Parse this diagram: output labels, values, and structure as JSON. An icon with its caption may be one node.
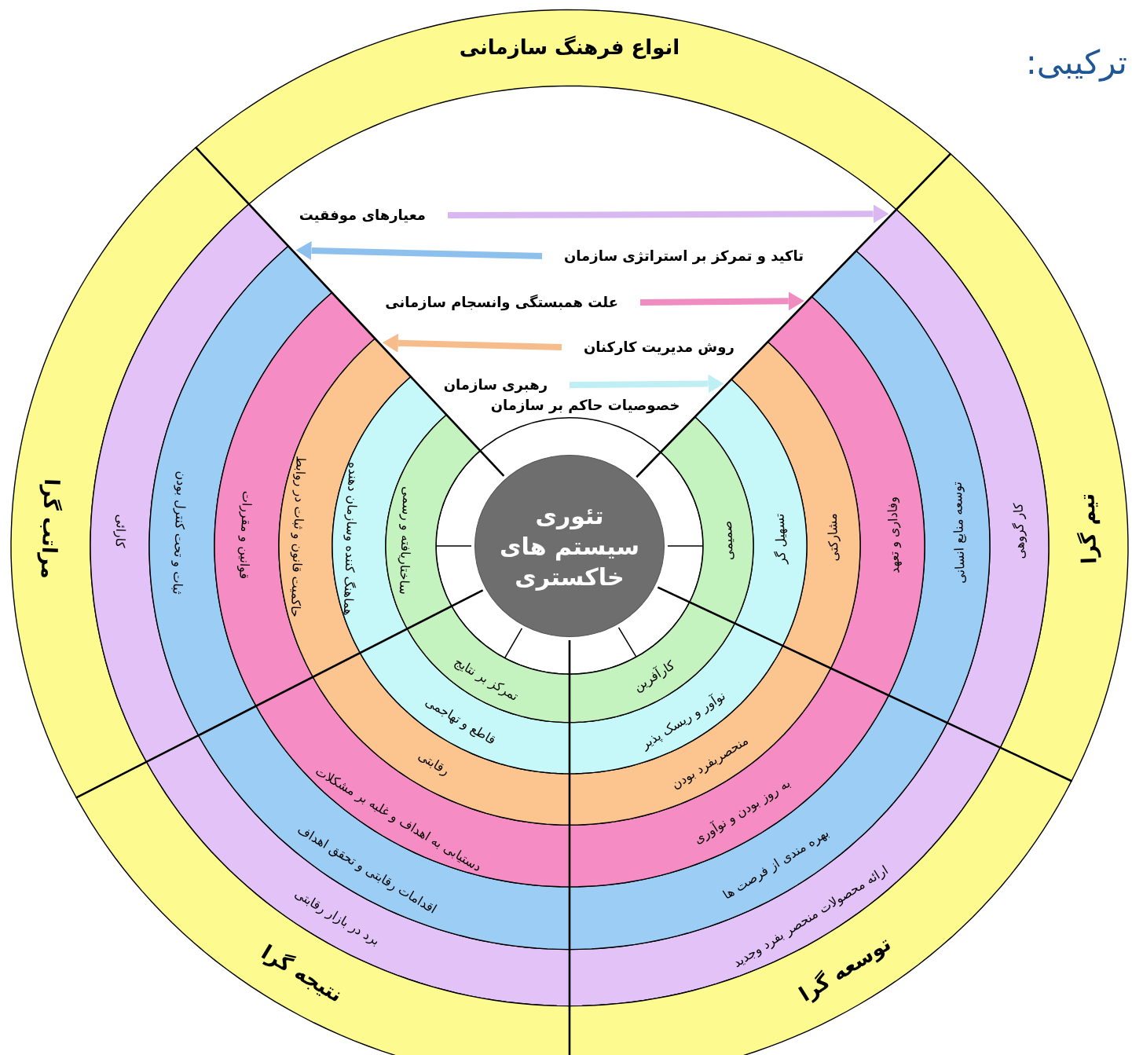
{
  "diagram": {
    "title": "ترکیبی:",
    "nodes": [
      {
        "text": [
          "انواع فرهنگ سازمانی"
        ]
      },
      {
        "text": [
          "معیارهای موفقیت"
        ]
      },
      {
        "text": [
          "تاکید و تمرکز بر استراتژی سازمان"
        ]
      },
      {
        "text": [
          "علت همبستگی وانسجام سازمانی"
        ]
      },
      {
        "text": [
          "روش مدیریت کارکنان"
        ]
      },
      {
        "text": [
          "رهبری سازمان"
        ]
      },
      {
        "text": [
          "مراتب گرا"
        ]
      },
      {
        "text": [
          "تیم گرا"
        ]
      },
      {
        "text": [
          "کارائی"
        ]
      },
      {
        "text": [
          "ثبات و تحت کنترل بودن"
        ]
      },
      {
        "text": [
          "قوانین و مقررات"
        ]
      },
      {
        "text": [
          "حاکمیت قانون و ثبات در روابط"
        ]
      },
      {
        "text": [
          "هماهنگ کننده وسازمان دهنده"
        ]
      },
      {
        "text": [
          "ساختاریافته و رسمی"
        ]
      },
      {
        "text": [
          "تئوری سیستم های خاکستری"
        ]
      },
      {
        "text": [
          "کار گروهی"
        ]
      },
      {
        "text": [
          "توسعه منابع انسانی"
        ]
      },
      {
        "text": [
          "وفاداری و تعهد"
        ]
      },
      {
        "text": [
          "مشارکتی"
        ]
      },
      {
        "text": [
          "تسهیل گر"
        ]
      },
      {
        "text": [
          "صمیمی"
        ]
      },
      {
        "text": [
          "برد در بازار رقابتی"
        ]
      },
      {
        "text": [
          "اقدامات رقابتی و تحقق اهداف"
        ]
      },
      {
        "text": [
          "دستیابی به اهداف و غلبه بر مشکلات"
        ]
      },
      {
        "text": [
          "رقابتی"
        ]
      },
      {
        "text": [
          "قاطع و تهاجمی"
        ]
      },
      {
        "text": [
          "تمرکز بر نتایج"
        ]
      },
      {
        "text": [
          "ارائه محصولات منحصر بفرد وجدید"
        ]
      },
      {
        "text": [
          "بهره مندی از فرصت ها"
        ]
      },
      {
        "text": [
          "به روز بودن و نوآوری"
        ]
      },
      {
        "text": [
          "منحصربفرد بودن"
        ]
      },
      {
        "text": [
          "نوآور و ریسک پذیر"
        ]
      },
      {
        "text": [
          "کارآفرین"
        ]
      },
      {
        "text": [
          "نتیجه گرا"
        ]
      },
      {
        "text": [
          "توسعه گرا"
        ]
      }
    ],
    "edges": [
      {
        "from": 1,
        "to": 15,
        "arrow": "to",
        "color": "#d9b8f2"
      },
      {
        "from": 2,
        "to": 9,
        "arrow": "to",
        "color": "#8ec0ee"
      },
      {
        "from": 3,
        "to": 17,
        "arrow": "to",
        "color": "#ef8cc0"
      },
      {
        "from": 4,
        "to": 11,
        "arrow": "to",
        "color": "#f7bc8c"
      },
      {
        "from": 5,
        "to": 19,
        "arrow": "to",
        "color": "#bfeff4"
      }
    ],
    "labels": [
      "خصوصیات حاکم بر سازمان"
    ]
  }
}
